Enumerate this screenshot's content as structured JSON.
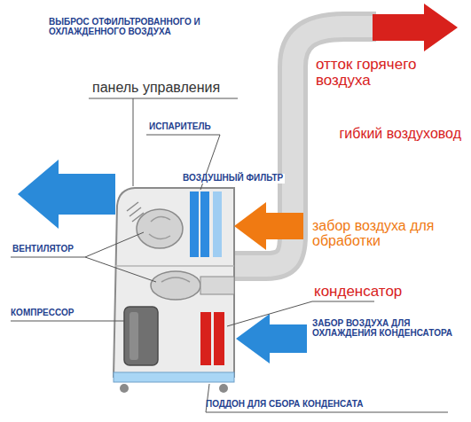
{
  "diagram": {
    "labels": [
      "ВЫБРОС ОТФИЛЬТРОВАННОГО И ОХЛАЖДЕННОГО ВОЗДУХА",
      "панель управления",
      "отток горячего воздуха",
      "ИСПАРИТЕЛЬ",
      "гибкий воздуховод",
      "ВОЗДУШНЫЙ ФИЛЬТР",
      "забор воздуха для обработки",
      "ВЕНТИЛЯТОР",
      "конденсатор",
      "КОМПРЕССОР",
      "ЗАБОР ВОЗДУХА ДЛЯ ОХЛАЖДЕНИЯ КОНДЕНСАТОРА",
      "ПОДДОН ДЛЯ СБОРА КОНДЕНСАТА"
    ]
  }
}
